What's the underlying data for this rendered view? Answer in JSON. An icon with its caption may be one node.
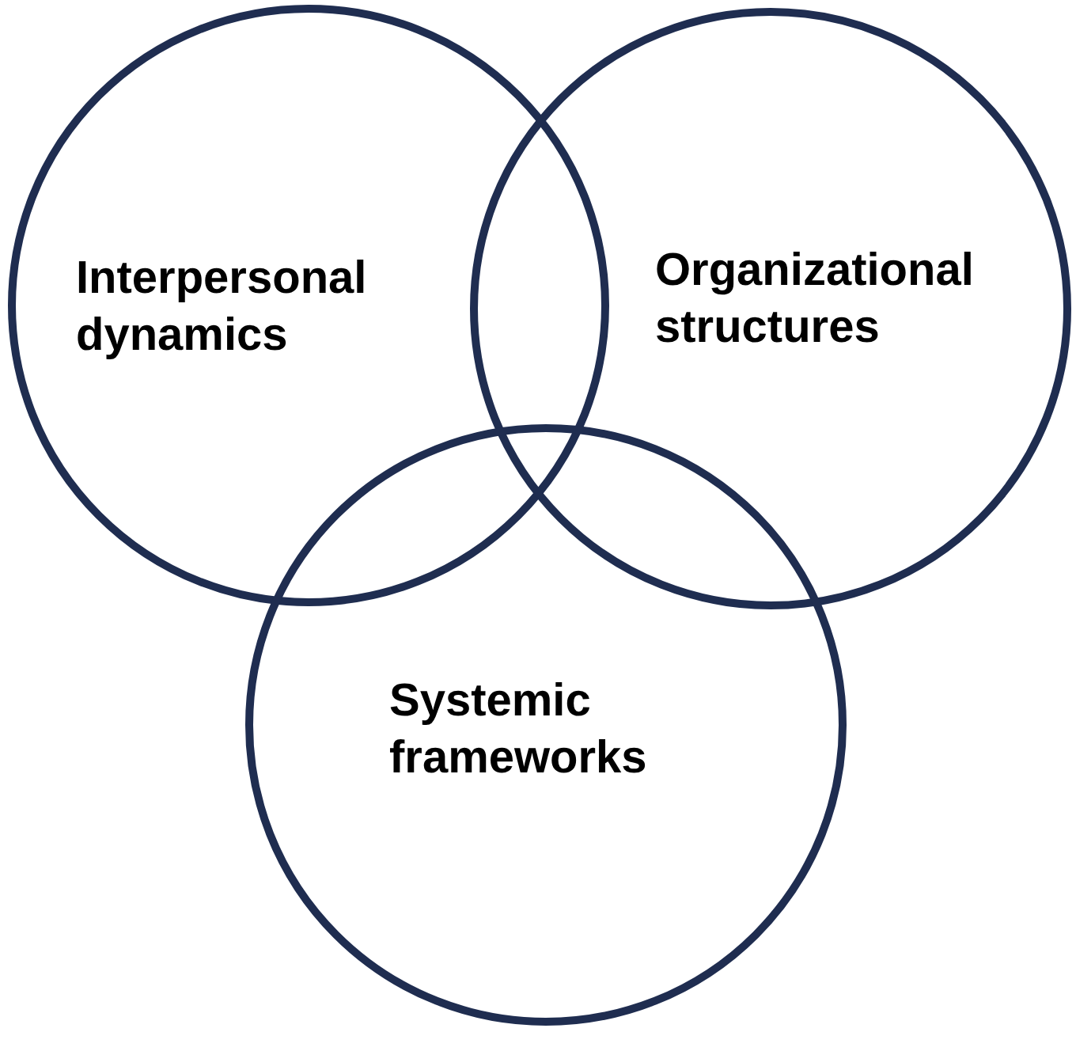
{
  "diagram": {
    "nodes": [
      {
        "text": [
          "Interpersonal dynamics"
        ]
      },
      {
        "text": [
          "Organizational structures"
        ]
      },
      {
        "text": [
          "Systemic frameworks"
        ]
      }
    ],
    "edges": []
  }
}
